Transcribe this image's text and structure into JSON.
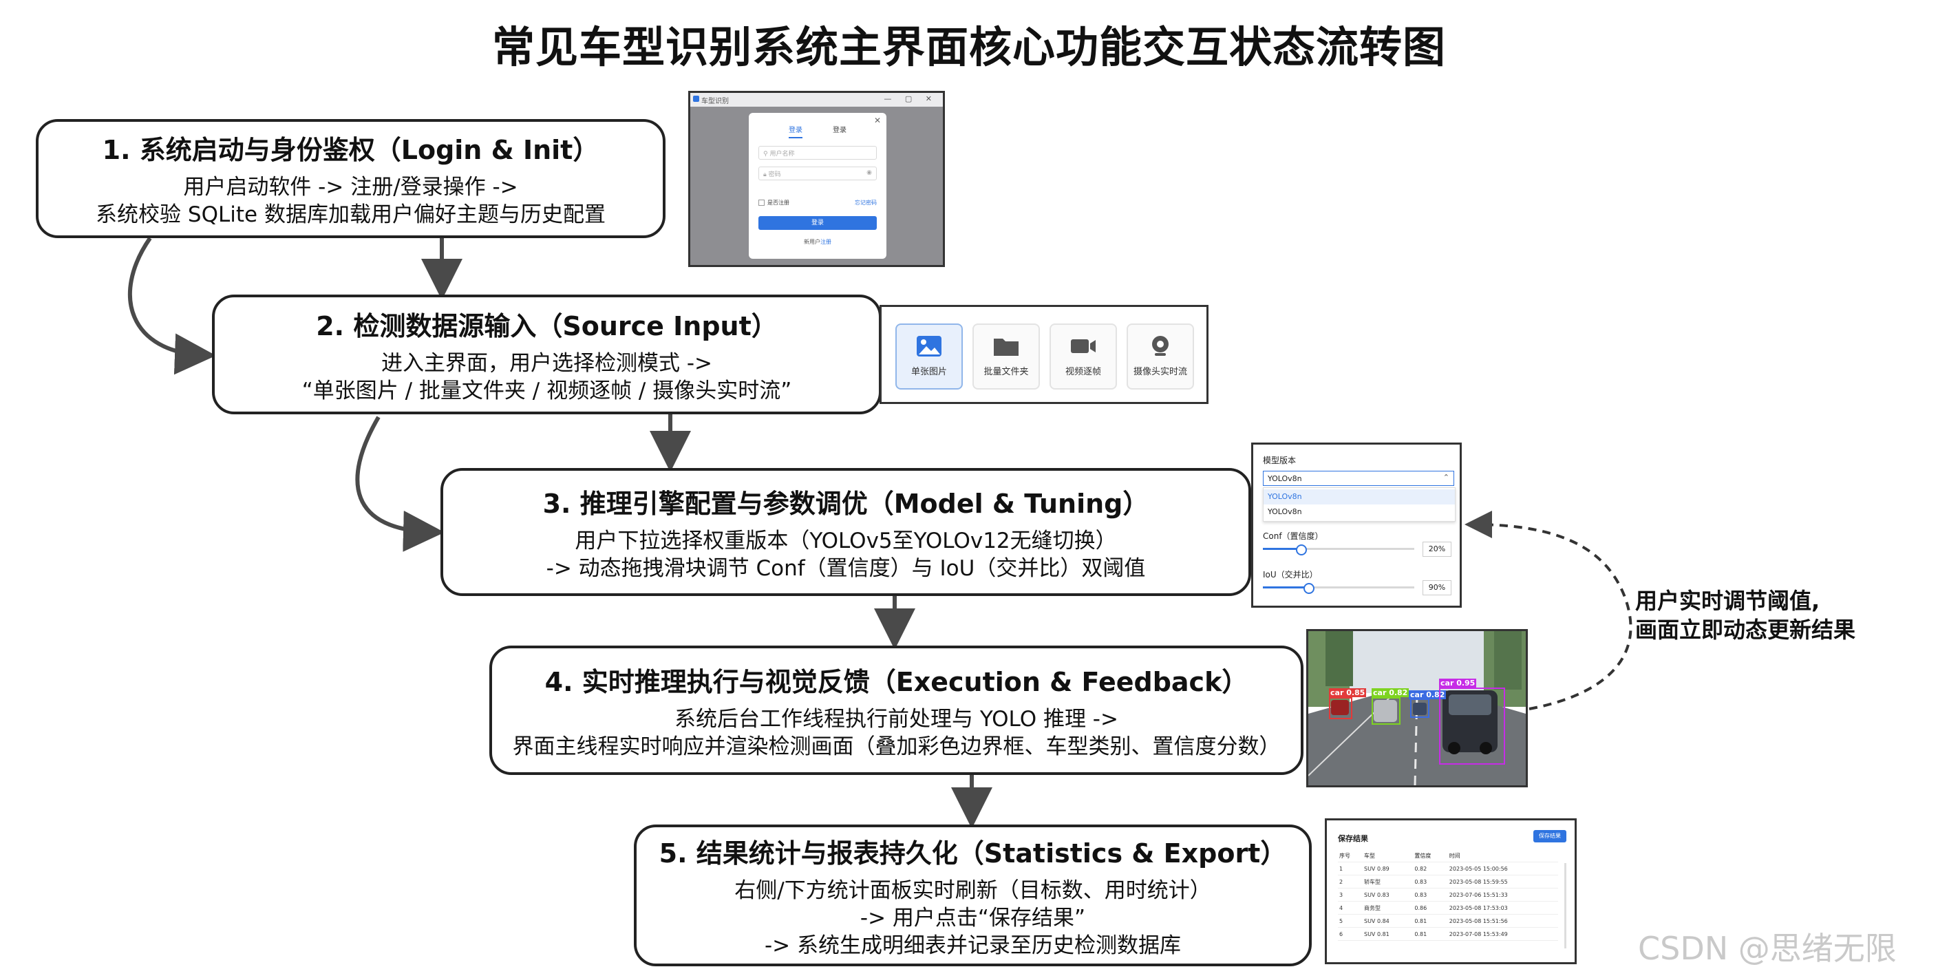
{
  "title": "常见车型识别系统主界面核心功能交互状态流转图",
  "steps": [
    {
      "title": "1. 系统启动与身份鉴权（Login & Init）",
      "lines": [
        "用户启动软件 -> 注册/登录操作 ->",
        "系统校验 SQLite 数据库加载用户偏好主题与历史配置"
      ]
    },
    {
      "title": "2. 检测数据源输入（Source Input）",
      "lines": [
        "进入主界面，用户选择检测模式 ->",
        "“单张图片 / 批量文件夹 / 视频逐帧 / 摄像头实时流”"
      ]
    },
    {
      "title": "3. 推理引擎配置与参数调优（Model & Tuning）",
      "lines": [
        "用户下拉选择权重版本（YOLOv5至YOLOv12无缝切换）",
        "-> 动态拖拽滑块调节 Conf（置信度）与 IoU（交并比）双阈值"
      ]
    },
    {
      "title": "4. 实时推理执行与视觉反馈（Execution & Feedback）",
      "lines": [
        "系统后台工作线程执行前处理与 YOLO 推理 ->",
        "界面主线程实时响应并渲染检测画面（叠加彩色边界框、车型类别、置信度分数）"
      ]
    },
    {
      "title": "5. 结果统计与报表持久化（Statistics & Export）",
      "lines": [
        "右侧/下方统计面板实时刷新（目标数、用时统计）",
        "-> 用户点击“保存结果”",
        "-> 系统生成明细表并记录至历史检测数据库"
      ]
    }
  ],
  "login_shot": {
    "window_title": "车型识别",
    "tabs": [
      "登录",
      "登录"
    ],
    "username_placeholder": "用户名称",
    "password_placeholder": "密码",
    "remember": "是否注册",
    "forgot": "忘记密码",
    "login_button": "登录",
    "register_prefix": "新用户",
    "register_link": "注册"
  },
  "source_shot": {
    "options": [
      {
        "label": "单张图片",
        "icon": "image-icon",
        "active": true
      },
      {
        "label": "批量文件夹",
        "icon": "folder-icon",
        "active": false
      },
      {
        "label": "视频逐帧",
        "icon": "video-camera-icon",
        "active": false
      },
      {
        "label": "摄像头实时流",
        "icon": "webcam-icon",
        "active": false
      }
    ]
  },
  "model_shot": {
    "model_label": "模型版本",
    "selected": "YOLOv8n",
    "options": [
      "YOLOv8n",
      "YOLOv8n"
    ],
    "conf_label": "Conf（置信度）",
    "conf_value": "20%",
    "conf_fraction": 0.25,
    "iou_label": "IoU（交并比）",
    "iou_value": "90%",
    "iou_fraction": 0.3
  },
  "detect_shot": {
    "detections": [
      {
        "label": "car 0.85",
        "color": "#e23a3a"
      },
      {
        "label": "car 0.82",
        "color": "#7ed321"
      },
      {
        "label": "car 0.82",
        "color": "#3a6be2"
      },
      {
        "label": "car 0.95",
        "color": "#c62ce6"
      }
    ]
  },
  "result_shot": {
    "title": "保存结果",
    "button": "保存结果",
    "headers": [
      "序号",
      "车型",
      "置信度",
      "时间"
    ],
    "rows": [
      [
        "1",
        "SUV 0.89",
        "0.82",
        "2023-05-05 15:00:56"
      ],
      [
        "2",
        "轿车型",
        "0.83",
        "2023-05-08 15:59:55"
      ],
      [
        "3",
        "SUV 0.83",
        "0.83",
        "2023-07-06 15:51:33"
      ],
      [
        "4",
        "商务型",
        "0.86",
        "2023-05-08 17:53:03"
      ],
      [
        "5",
        "SUV 0.84",
        "0.81",
        "2023-05-08 15:51:56"
      ],
      [
        "6",
        "SUV 0.81",
        "0.81",
        "2023-07-08 15:53:49"
      ]
    ]
  },
  "side_note": [
    "用户实时调节阈值,",
    "画面立即动态更新结果"
  ],
  "watermark": "CSDN @思绪无限",
  "colors": {
    "arrow": "#4a4a4a",
    "accent": "#2f74e0",
    "border": "#222222"
  }
}
